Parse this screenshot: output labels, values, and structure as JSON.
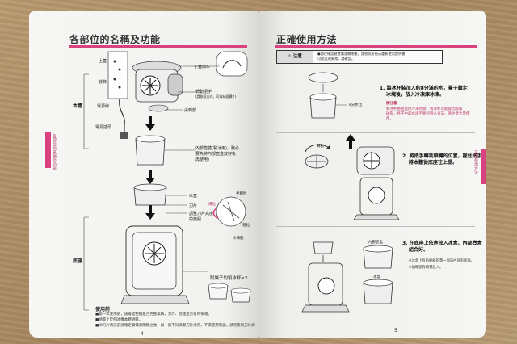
{
  "left_page": {
    "title": "各部位的名稱及功能",
    "side_tab_text": "各部位的名稱及功能",
    "labels": {
      "handle_top": "上蓋把手",
      "top_cover": "上蓋",
      "turn_handle": "轉動把手",
      "turn_handle_sub": "(請依照方向，可收納面積↑)",
      "decor": "裝飾",
      "motor": "電源線",
      "plug": "電源插頭",
      "blade_part": "尖刺部",
      "inner_cup": "內部壺體(製冰用)，務必",
      "inner_cup_2": "要先將內部壺盒放好後",
      "inner_cup_3": "再使用)",
      "ice_box": "冰盒",
      "blade": "刀片",
      "blade_adjust": "調整刀片高度",
      "blade_adjust_2": "的旋鈕",
      "knob_label": "半粗粒",
      "knob_fine": "細粒",
      "knob_coarse": "粗粒",
      "knob_bottom": "水轉動",
      "section_top": "本體",
      "section_bottom": "底座",
      "ice_cup": "附屬子的製冰杯×2"
    },
    "usage_title": "使用前",
    "usage_lines": [
      "■第一次使用前，請確認整體是否完整無缺，刀刃、底座是否有所損壞。",
      "■請置上於刨冰機本體組裝。",
      "■冰刀片清洗前請確定無電源關閉之後，與一般不同清潔刀片清洗，不得使用利器，請勿重製刀片與底座。"
    ],
    "page_number": "4"
  },
  "right_page": {
    "title": "正確使用方法",
    "side_tab_text": "正確使用方法",
    "warning_head": "注意",
    "warning_lines": [
      "●請在確認裝置電源關閉後，請依照所指示重新使用說明書",
      "  可能出現異常，請確認。"
    ],
    "steps": [
      {
        "num": "1.",
        "text_1": "製冰杯裝加入約8分滿的水，蓋子鎖定",
        "text_2": "冰塊後，放入冷凍庫冰凍。",
        "note_title": "請注意",
        "note_lines": [
          "製冰杯整組直接冷凍時間，製冰杯可能會因膨脹",
          "破裂，杯子中的水請不要超過八分滿，請注意大量使用。"
        ],
        "label": "8分水位"
      },
      {
        "num": "2.",
        "text_1": "將把手轉到順轉的位置，握住把手",
        "text_2": "將本體從底座往上提。",
        "label": "轉動"
      },
      {
        "num": "3.",
        "text_1": "在底座上依序放入冰盒、內部壺盒",
        "text_2": "組合好。",
        "notes": [
          "※冰盒上有貼貼紙的蓋一面向內部有底面。",
          "※請確認有順暢放入。"
        ],
        "label_a": "內部壺盒",
        "label_b": "冰盒"
      }
    ],
    "page_number": "5"
  },
  "colors": {
    "accent": "#d9417f",
    "paper": "#f4f4f2",
    "ink": "#222222",
    "table": "#a68660"
  }
}
